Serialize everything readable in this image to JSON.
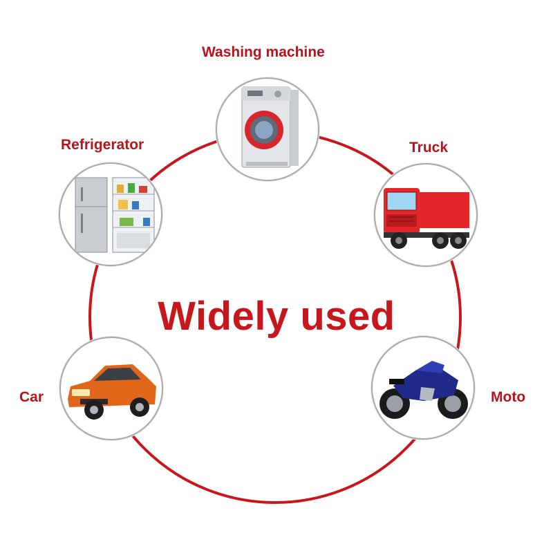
{
  "headline": "Widely used",
  "items": [
    {
      "label": "Washing machine",
      "icon": "washing-machine-icon"
    },
    {
      "label": "Truck",
      "icon": "truck-icon"
    },
    {
      "label": "Moto",
      "icon": "motorcycle-icon"
    },
    {
      "label": "Car",
      "icon": "car-icon"
    },
    {
      "label": "Refrigerator",
      "icon": "refrigerator-icon"
    }
  ],
  "colors": {
    "accent": "#c8161d",
    "ring": "#c8161d",
    "badge_border": "#a9a9a9"
  }
}
